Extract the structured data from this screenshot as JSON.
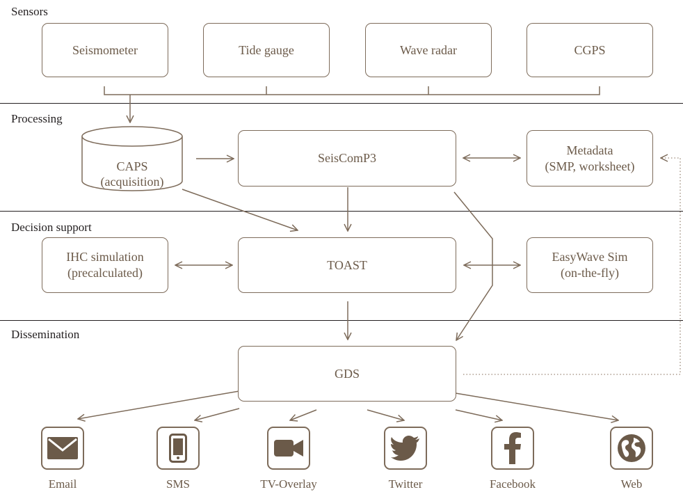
{
  "sections": {
    "sensors": "Sensors",
    "processing": "Processing",
    "decision_support": "Decision support",
    "dissemination": "Dissemination"
  },
  "sensors": [
    "Seismometer",
    "Tide gauge",
    "Wave radar",
    "CGPS"
  ],
  "processing": {
    "caps_line1": "CAPS",
    "caps_line2": "(acquisition)",
    "seiscomp": "SeisComP3",
    "metadata_line1": "Metadata",
    "metadata_line2": "(SMP, worksheet)"
  },
  "decision": {
    "ihc_line1": "IHC simulation",
    "ihc_line2": "(precalculated)",
    "toast": "TOAST",
    "easywave_line1": "EasyWave Sim",
    "easywave_line2": "(on-the-fly)"
  },
  "dissemination": {
    "gds": "GDS",
    "channels": [
      {
        "label": "Email",
        "icon": "envelope-icon"
      },
      {
        "label": "SMS",
        "icon": "phone-icon"
      },
      {
        "label": "TV-Overlay",
        "icon": "video-camera-icon"
      },
      {
        "label": "Twitter",
        "icon": "twitter-bird-icon"
      },
      {
        "label": "Facebook",
        "icon": "facebook-icon"
      },
      {
        "label": "Web",
        "icon": "globe-icon"
      }
    ]
  },
  "colors": {
    "box_stroke": "#7d6b5a",
    "text": "#6b5a49",
    "divider": "#231f20",
    "icon_fill": "#6b5a49"
  }
}
